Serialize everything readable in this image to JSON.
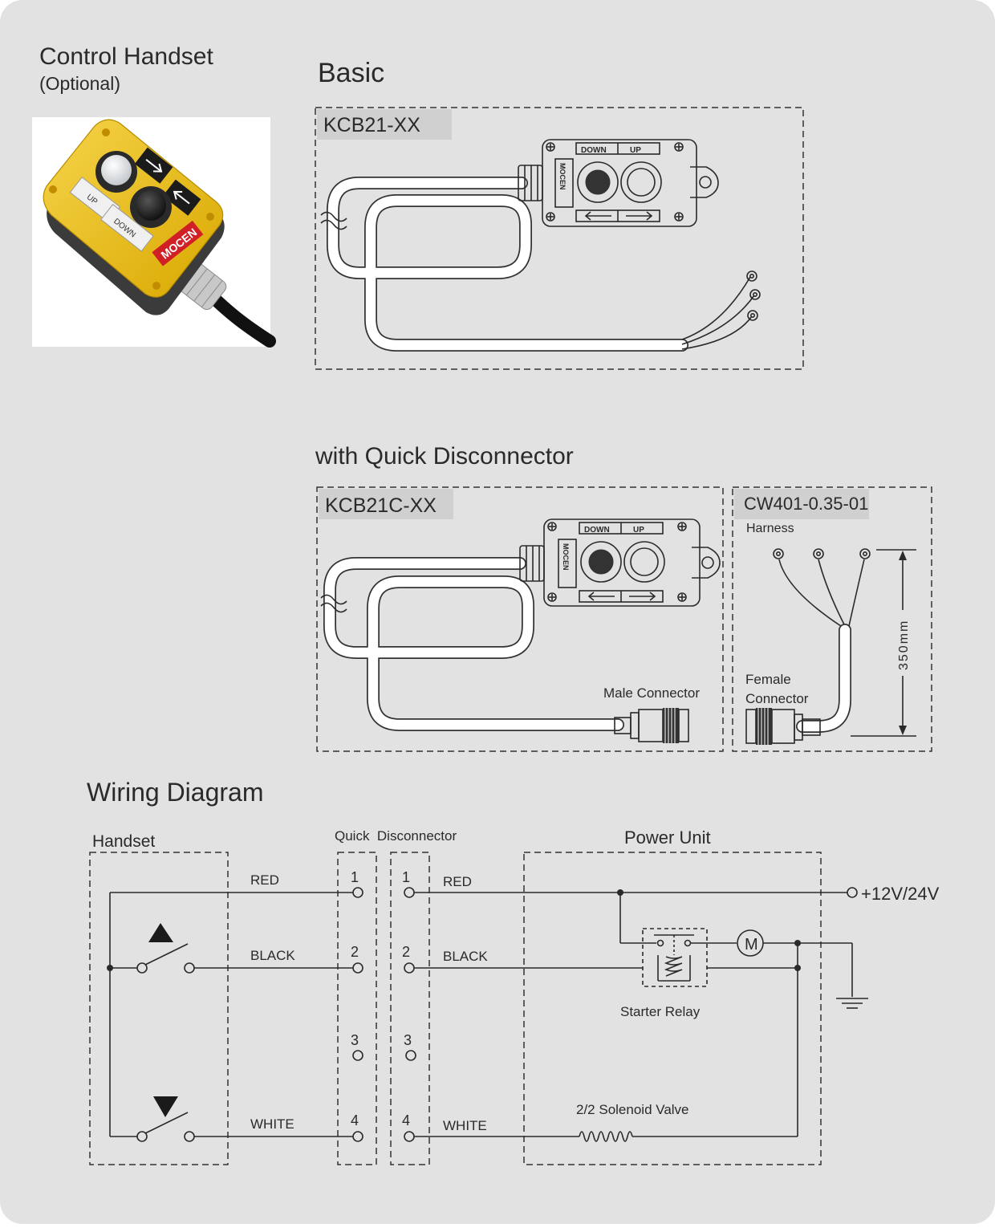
{
  "header": {
    "title": "Control Handset",
    "subtitle": "(Optional)",
    "basic_heading": "Basic",
    "quick_heading": "with Quick Disconnector"
  },
  "photo": {
    "brand": "MOCEN",
    "label_left": "UP",
    "label_right": "DOWN"
  },
  "basic_box": {
    "model": "KCB21-XX"
  },
  "quick_box": {
    "model": "KCB21C-XX",
    "male_connector": "Male Connector"
  },
  "harness_box": {
    "model": "CW401-0.35-01",
    "harness_label": "Harness",
    "female_line1": "Female",
    "female_line2": "Connector",
    "length": "350mm"
  },
  "handset_face": {
    "left_panel": "DOWN",
    "right_panel": "UP",
    "brand": "MOCEN"
  },
  "wiring": {
    "title": "Wiring Diagram",
    "handset_label": "Handset",
    "quick_label": "Quick  Disconnector",
    "power_label": "Power Unit",
    "wire_red": "RED",
    "wire_black": "BLACK",
    "wire_white": "WHITE",
    "pins": [
      "1",
      "2",
      "3",
      "4"
    ],
    "supply": "+12V/24V",
    "starter_relay": "Starter Relay",
    "solenoid": "2/2 Solenoid Valve",
    "motor": "M"
  },
  "colors": {
    "background": "#e1e2e1",
    "line": "#2a2a2a",
    "handset_yellow": "#f0c419",
    "tag_bg": "#cfd0cf"
  }
}
